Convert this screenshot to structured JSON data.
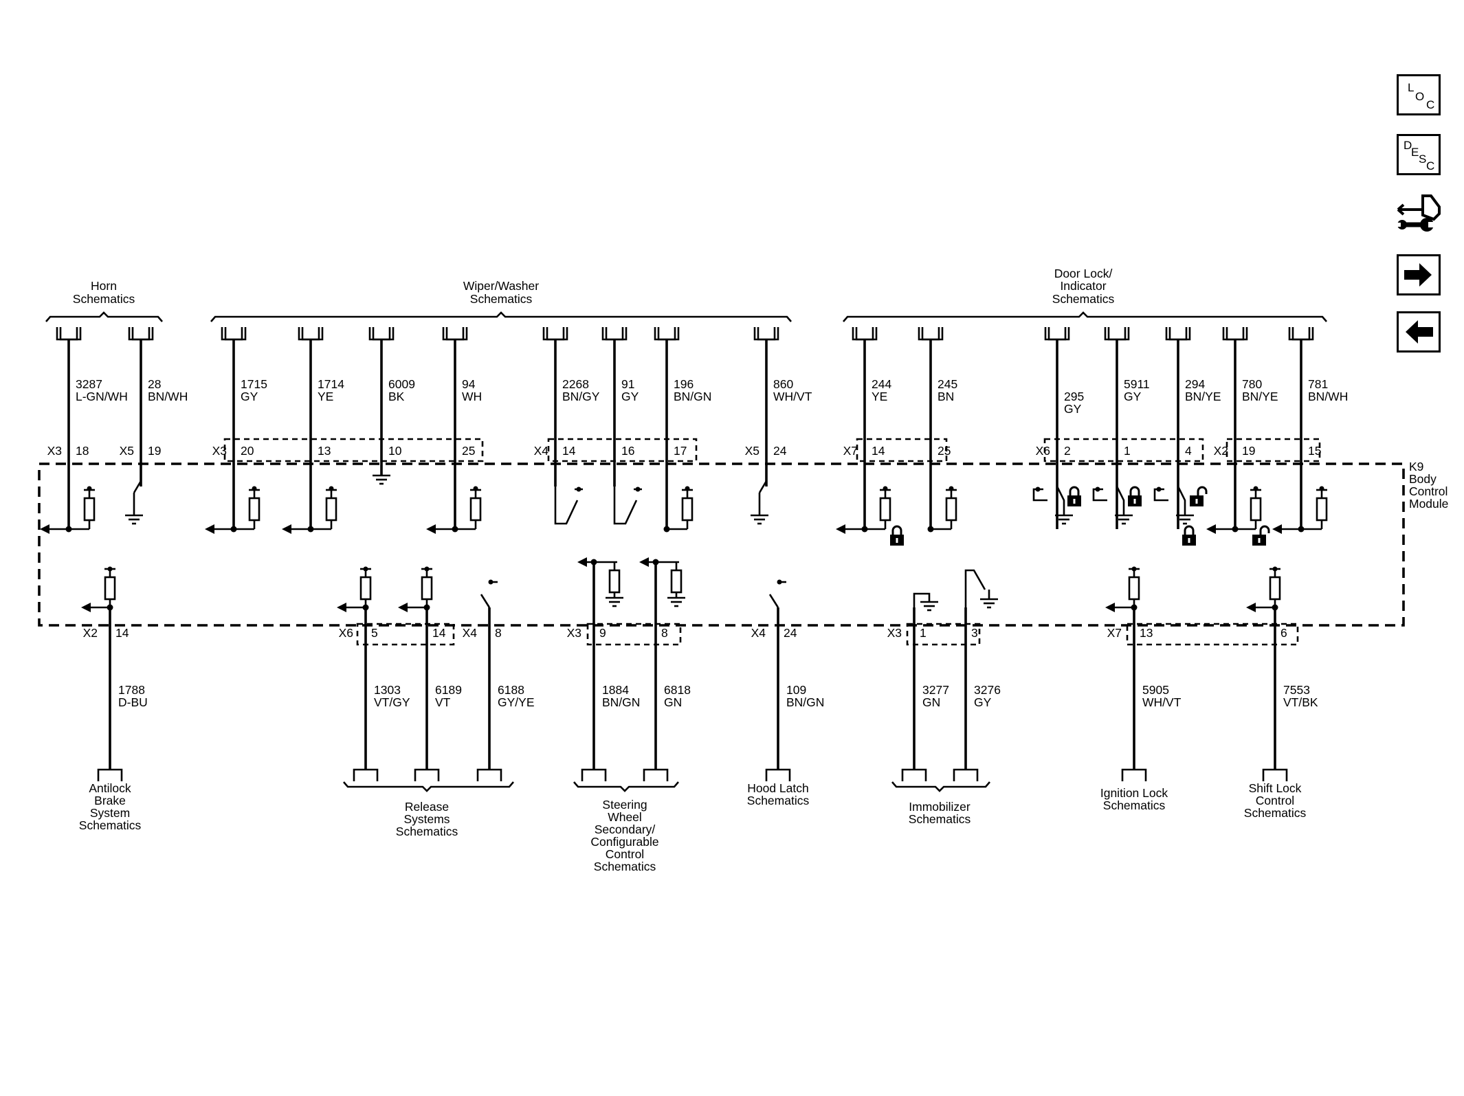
{
  "module": {
    "lines": [
      "K9",
      "Body",
      "Control",
      "Module"
    ]
  },
  "groups_top": [
    {
      "id": "horn",
      "lines": [
        "Horn",
        "Schematics"
      ]
    },
    {
      "id": "wiper",
      "lines": [
        "Wiper/Washer",
        "Schematics"
      ]
    },
    {
      "id": "doorlock",
      "lines": [
        "Door Lock/",
        "Indicator",
        "Schematics"
      ]
    }
  ],
  "top_circuits": [
    {
      "conn": "X3",
      "pin": "18",
      "circuit": "3287",
      "color": "L-GN/WH"
    },
    {
      "conn": "X5",
      "pin": "19",
      "circuit": "28",
      "color": "BN/WH"
    },
    {
      "conn": "X3",
      "pin": "20",
      "circuit": "1715",
      "color": "GY"
    },
    {
      "conn": "",
      "pin": "13",
      "circuit": "1714",
      "color": "YE"
    },
    {
      "conn": "",
      "pin": "10",
      "circuit": "6009",
      "color": "BK"
    },
    {
      "conn": "",
      "pin": "25",
      "circuit": "94",
      "color": "WH"
    },
    {
      "conn": "X4",
      "pin": "14",
      "circuit": "2268",
      "color": "BN/GY"
    },
    {
      "conn": "",
      "pin": "16",
      "circuit": "91",
      "color": "GY"
    },
    {
      "conn": "",
      "pin": "17",
      "circuit": "196",
      "color": "BN/GN"
    },
    {
      "conn": "X5",
      "pin": "24",
      "circuit": "860",
      "color": "WH/VT"
    },
    {
      "conn": "X7",
      "pin": "14",
      "circuit": "244",
      "color": "YE"
    },
    {
      "conn": "",
      "pin": "25",
      "circuit": "245",
      "color": "BN"
    },
    {
      "conn": "X6",
      "pin": "2",
      "circuit": "295",
      "color": "GY"
    },
    {
      "conn": "",
      "pin": "1",
      "circuit": "5911",
      "color": "GY"
    },
    {
      "conn": "",
      "pin": "4",
      "circuit": "294",
      "color": "BN/YE"
    },
    {
      "conn": "X2",
      "pin": "19",
      "circuit": "780",
      "color": "BN/YE"
    },
    {
      "conn": "",
      "pin": "15",
      "circuit": "781",
      "color": "BN/WH"
    }
  ],
  "bottom_circuits": [
    {
      "conn": "X2",
      "pin": "14",
      "circuit": "1788",
      "color": "D-BU"
    },
    {
      "conn": "X6",
      "pin": "5",
      "circuit": "1303",
      "color": "VT/GY"
    },
    {
      "conn": "",
      "pin": "14",
      "circuit": "6189",
      "color": "VT"
    },
    {
      "conn": "X4",
      "pin": "8",
      "circuit": "6188",
      "color": "GY/YE"
    },
    {
      "conn": "X3",
      "pin": "9",
      "circuit": "1884",
      "color": "BN/GN"
    },
    {
      "conn": "",
      "pin": "8",
      "circuit": "6818",
      "color": "GN"
    },
    {
      "conn": "X4",
      "pin": "24",
      "circuit": "109",
      "color": "BN/GN"
    },
    {
      "conn": "X3",
      "pin": "1",
      "circuit": "3277",
      "color": "GN"
    },
    {
      "conn": "",
      "pin": "3",
      "circuit": "3276",
      "color": "GY"
    },
    {
      "conn": "X7",
      "pin": "13",
      "circuit": "5905",
      "color": "WH/VT"
    },
    {
      "conn": "",
      "pin": "6",
      "circuit": "7553",
      "color": "VT/BK"
    }
  ],
  "groups_bottom": [
    {
      "id": "abs",
      "lines": [
        "Antilock",
        "Brake",
        "System",
        "Schematics"
      ]
    },
    {
      "id": "release",
      "lines": [
        "Release",
        "Systems",
        "Schematics"
      ]
    },
    {
      "id": "steering",
      "lines": [
        "Steering",
        "Wheel",
        "Secondary/",
        "Configurable",
        "Control",
        "Schematics"
      ]
    },
    {
      "id": "hood",
      "lines": [
        "Hood Latch",
        "Schematics"
      ]
    },
    {
      "id": "immo",
      "lines": [
        "Immobilizer",
        "Schematics"
      ]
    },
    {
      "id": "ignition",
      "lines": [
        "Ignition Lock",
        "Schematics"
      ]
    },
    {
      "id": "shift",
      "lines": [
        "Shift Lock",
        "Control",
        "Schematics"
      ]
    }
  ],
  "nav": {
    "loc": [
      "L",
      "O",
      "C"
    ],
    "desc": [
      "D",
      "E",
      "S",
      "C"
    ],
    "icons": [
      "connector-wrench-icon",
      "next-arrow-icon",
      "previous-arrow-icon"
    ]
  }
}
